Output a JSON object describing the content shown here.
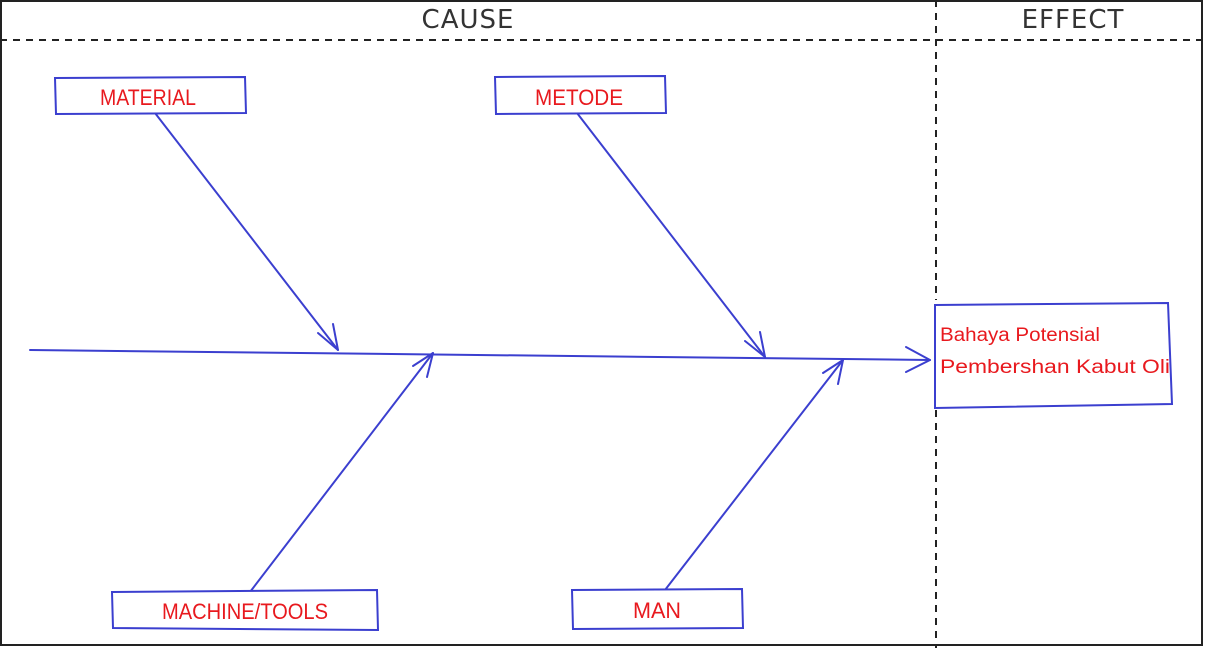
{
  "headers": {
    "cause": "CAUSE",
    "effect": "EFFECT"
  },
  "causes": {
    "material": "MATERIAL",
    "metode": "METODE",
    "machine_tools": "MACHINE/TOOLS",
    "man": "MAN"
  },
  "effect": {
    "line1": "Bahaya Potensial",
    "line2": "Pembershan Kabut Oli"
  },
  "colors": {
    "line": "#3b3fcf",
    "label_text": "#e8191e",
    "frame": "#222222"
  }
}
